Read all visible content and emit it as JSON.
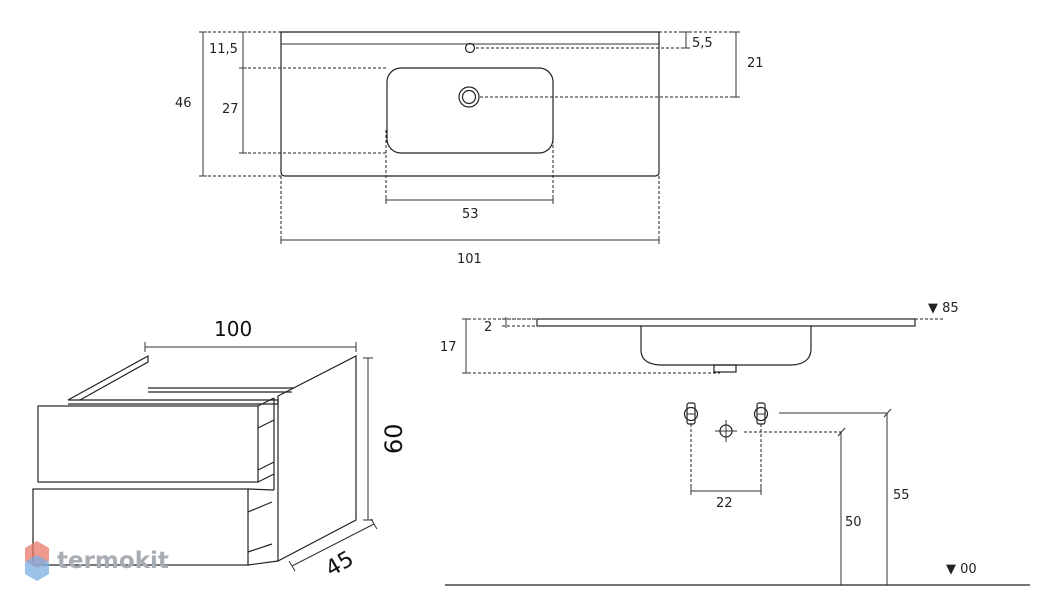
{
  "top_view": {
    "dim_total_width": "101",
    "dim_basin_width": "53",
    "dim_total_depth": "46",
    "dim_front_offset": "11,5",
    "dim_basin_depth": "27",
    "dim_tap_offset": "5,5",
    "dim_drain_offset": "21"
  },
  "cabinet": {
    "dim_width": "100",
    "dim_height": "60",
    "dim_depth": "45"
  },
  "side_view": {
    "dim_thickness": "2",
    "dim_basin_height": "17",
    "level_top": "▼ 85",
    "dim_tap_spacing": "22",
    "dim_height_50": "50",
    "dim_height_55": "55",
    "level_floor": "▼ 00"
  },
  "watermark": {
    "text": "termokit",
    "accent_color": "#e8786a",
    "secondary_color": "#7aaee0"
  }
}
